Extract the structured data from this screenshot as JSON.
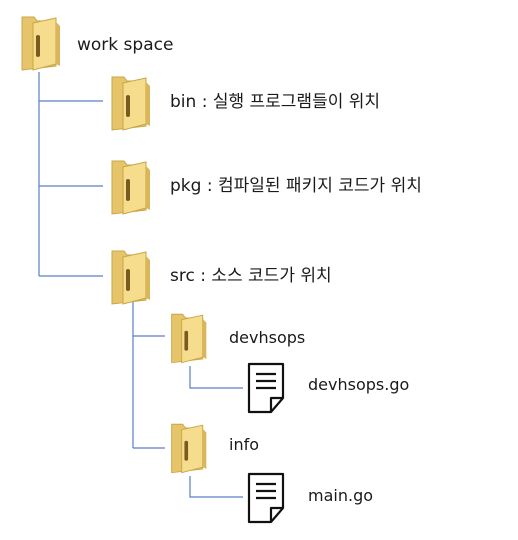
{
  "colors": {
    "tree_line": "#5a7fc7",
    "folder_back": "#e6c56a",
    "folder_front": "#f6dd8e",
    "folder_edge": "#c9a545",
    "folder_inner": "#7a5a1e",
    "doc_stroke": "#111111"
  },
  "tree": {
    "root": {
      "label": "work space",
      "icon": "folder-icon"
    },
    "bin": {
      "label": "bin : 실행 프로그램들이 위치",
      "icon": "folder-icon"
    },
    "pkg": {
      "label": "pkg : 컴파일된 패키지 코드가 위치",
      "icon": "folder-icon"
    },
    "src": {
      "label": "src : 소스 코드가 위치",
      "icon": "folder-icon"
    },
    "devhsops": {
      "label": "devhsops",
      "icon": "folder-icon"
    },
    "devhsops_go": {
      "label": "devhsops.go",
      "icon": "document-icon"
    },
    "info": {
      "label": "info",
      "icon": "folder-icon"
    },
    "main_go": {
      "label": "main.go",
      "icon": "document-icon"
    }
  }
}
